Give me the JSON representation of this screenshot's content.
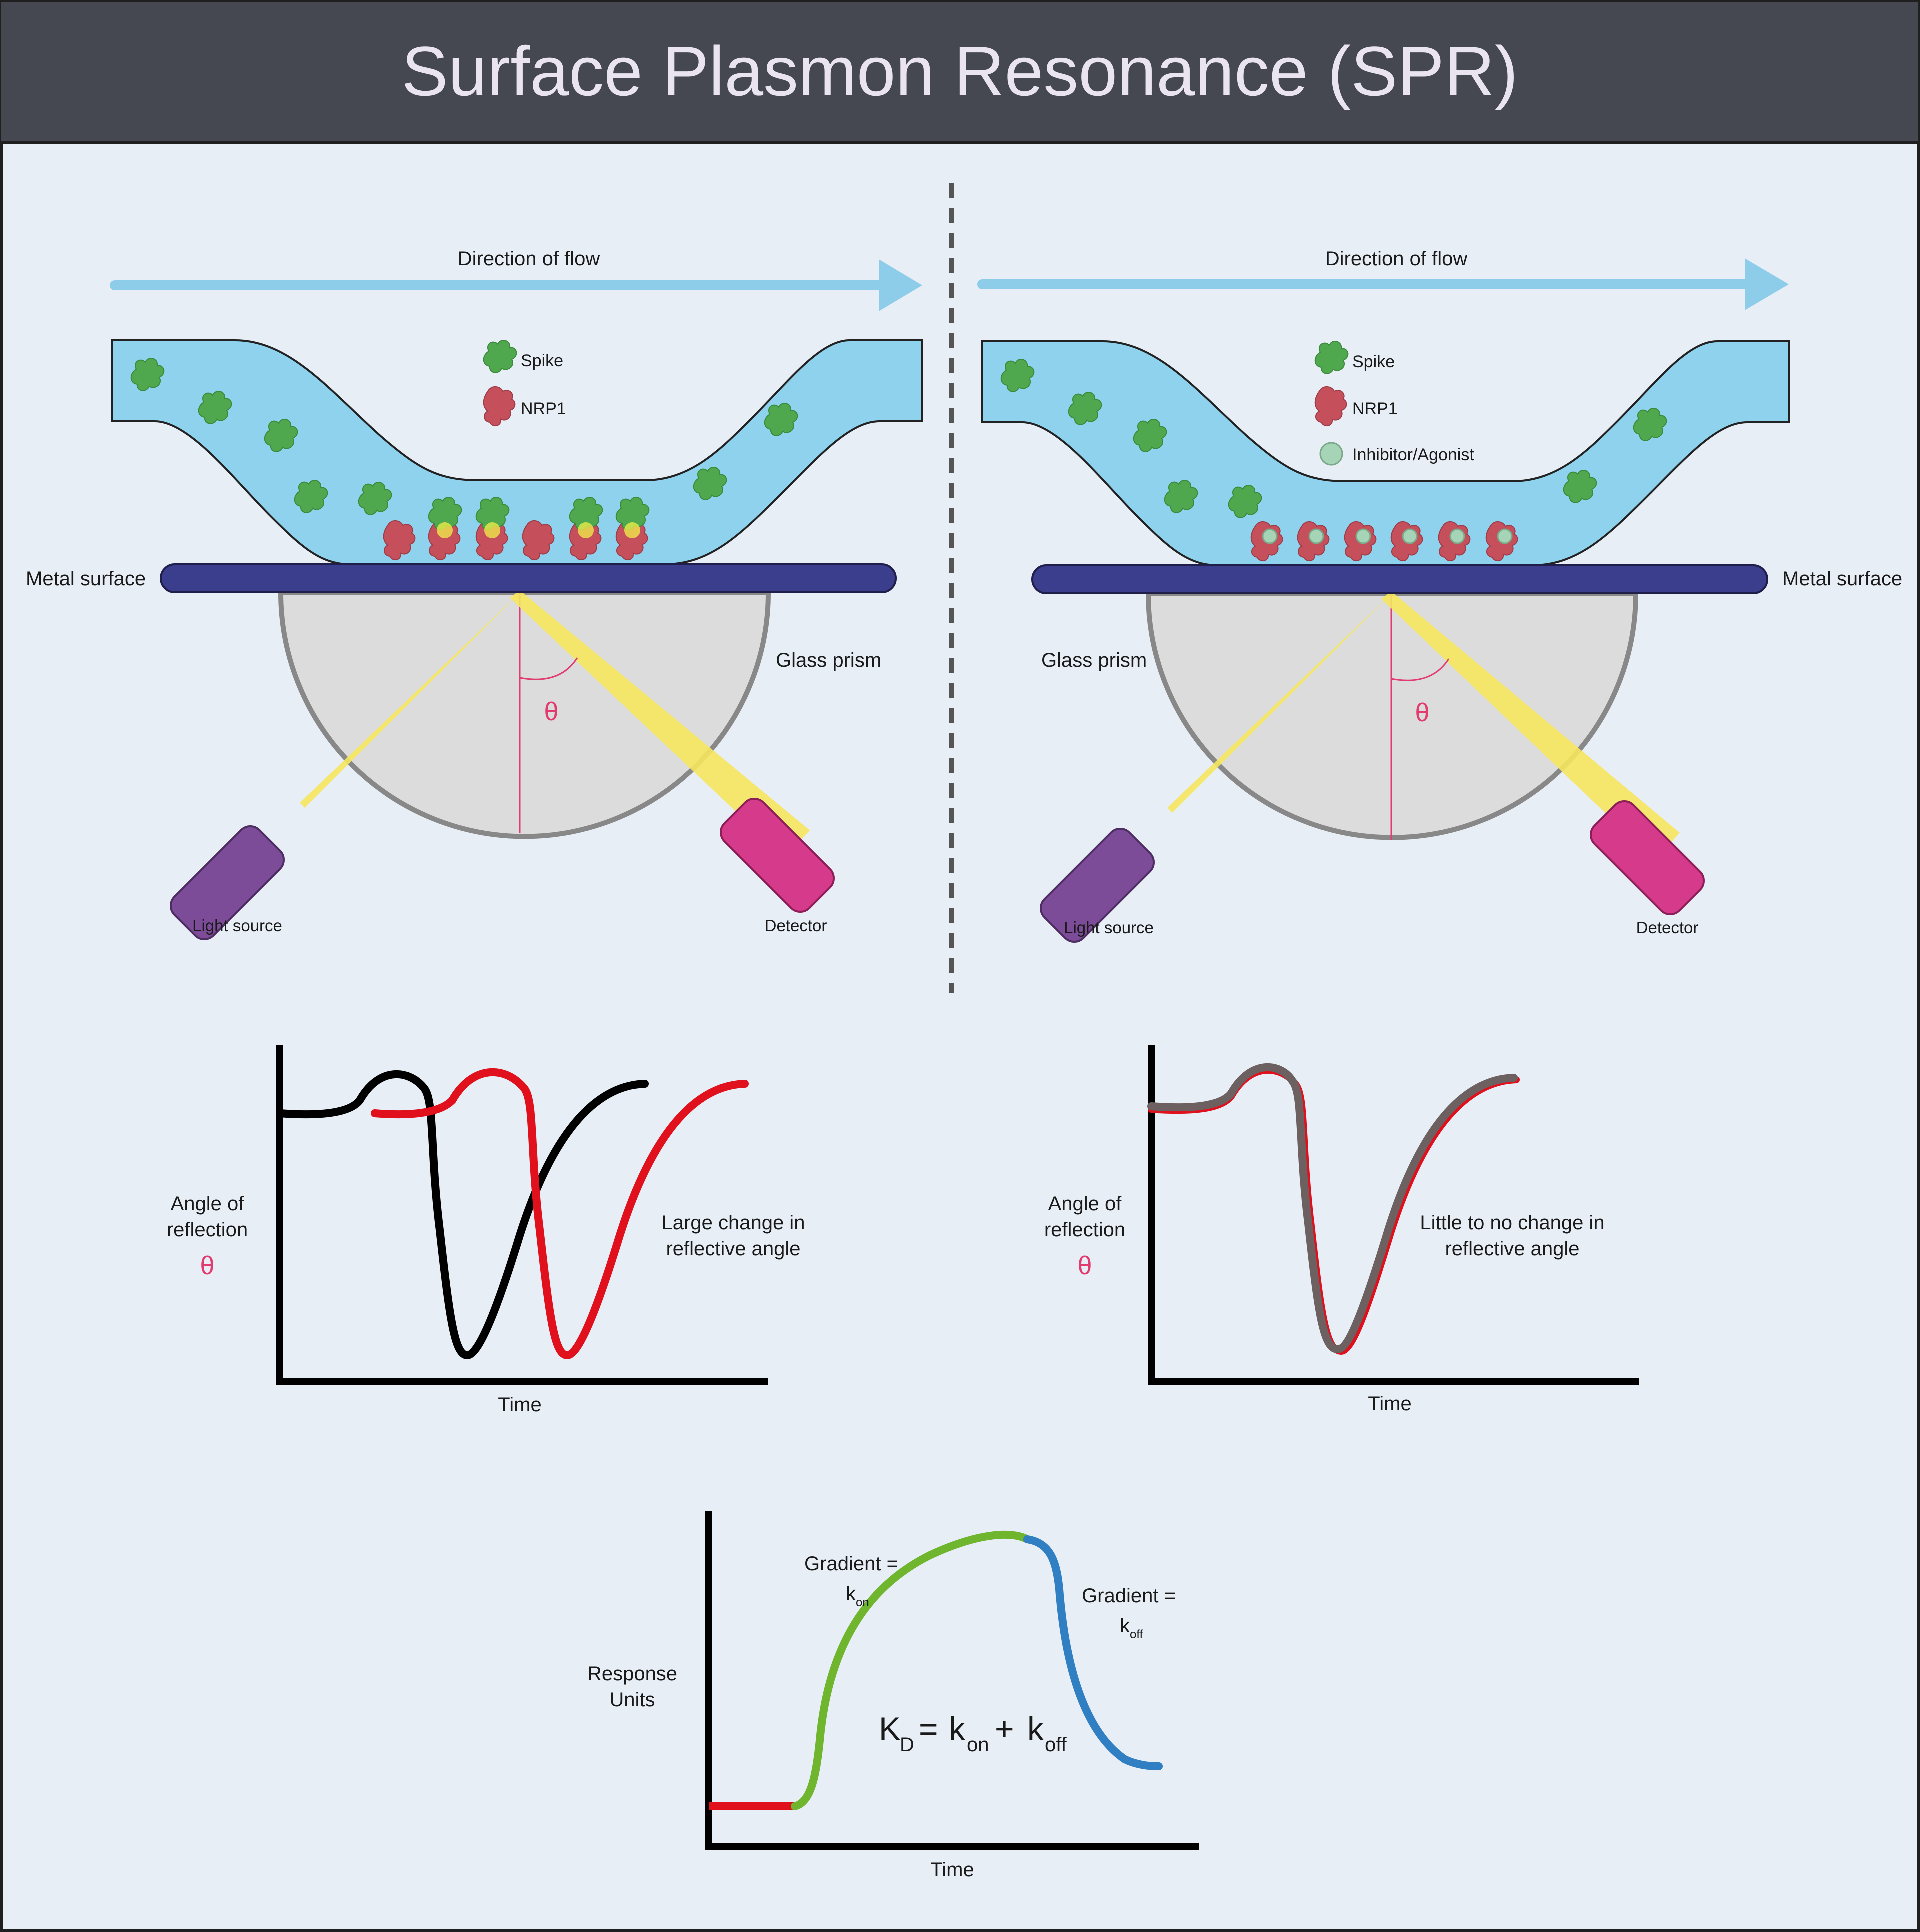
{
  "title": "Surface Plasmon Resonance (SPR)",
  "colors": {
    "header_bg": "#454850",
    "header_text": "#e9e4ef",
    "panel_bg": "#e8eef6",
    "flow_arrow": "#8dcdea",
    "channel": "#8fd2ee",
    "metal": "#3b3e8c",
    "prism": "#dcdcdc",
    "beam": "#f6e65e",
    "light_source": "#7d4c98",
    "detector": "#d63a8a",
    "spike": "#4fa84e",
    "nrp1": "#c5505c",
    "inhibitor": "#a6d4b6",
    "theta": "#e23b6f",
    "curve_black": "#000000",
    "curve_red": "#e0101c",
    "curve_grey": "#6c6060",
    "curve_green": "#6fb52e",
    "curve_blue": "#2f7fc2"
  },
  "left_panel": {
    "flow_label": "Direction of flow",
    "legend": {
      "spike": "Spike",
      "nrp1": "NRP1"
    },
    "metal_label": "Metal surface",
    "prism_label": "Glass prism",
    "theta": "θ",
    "light_source_label": "Light source",
    "detector_label": "Detector"
  },
  "right_panel": {
    "flow_label": "Direction of flow",
    "legend": {
      "spike": "Spike",
      "nrp1": "NRP1",
      "inhibitor": "Inhibitor/Agonist"
    },
    "metal_label": "Metal surface",
    "prism_label": "Glass prism",
    "theta": "θ",
    "light_source_label": "Light source",
    "detector_label": "Detector"
  },
  "left_graph": {
    "ylabel_line1": "Angle of",
    "ylabel_line2": "reflection",
    "ylabel_symbol": "θ",
    "xlabel": "Time",
    "note_line1": "Large change in",
    "note_line2": "reflective angle"
  },
  "right_graph": {
    "ylabel_line1": "Angle of",
    "ylabel_line2": "reflection",
    "ylabel_symbol": "θ",
    "xlabel": "Time",
    "note_line1": "Little to no change in",
    "note_line2": "reflective angle"
  },
  "bottom_graph": {
    "ylabel_line1": "Response",
    "ylabel_line2": "Units",
    "xlabel": "Time",
    "kon_label_line1": "Gradient =",
    "kon_k": "k",
    "kon_sub": "on",
    "koff_label_line1": "Gradient =",
    "koff_k": "k",
    "koff_sub": "off",
    "formula": {
      "K": "K",
      "D": "D",
      "eq": "=",
      "k1": "k",
      "on": "on",
      "plus": "+",
      "k2": "k",
      "off": "off"
    }
  }
}
